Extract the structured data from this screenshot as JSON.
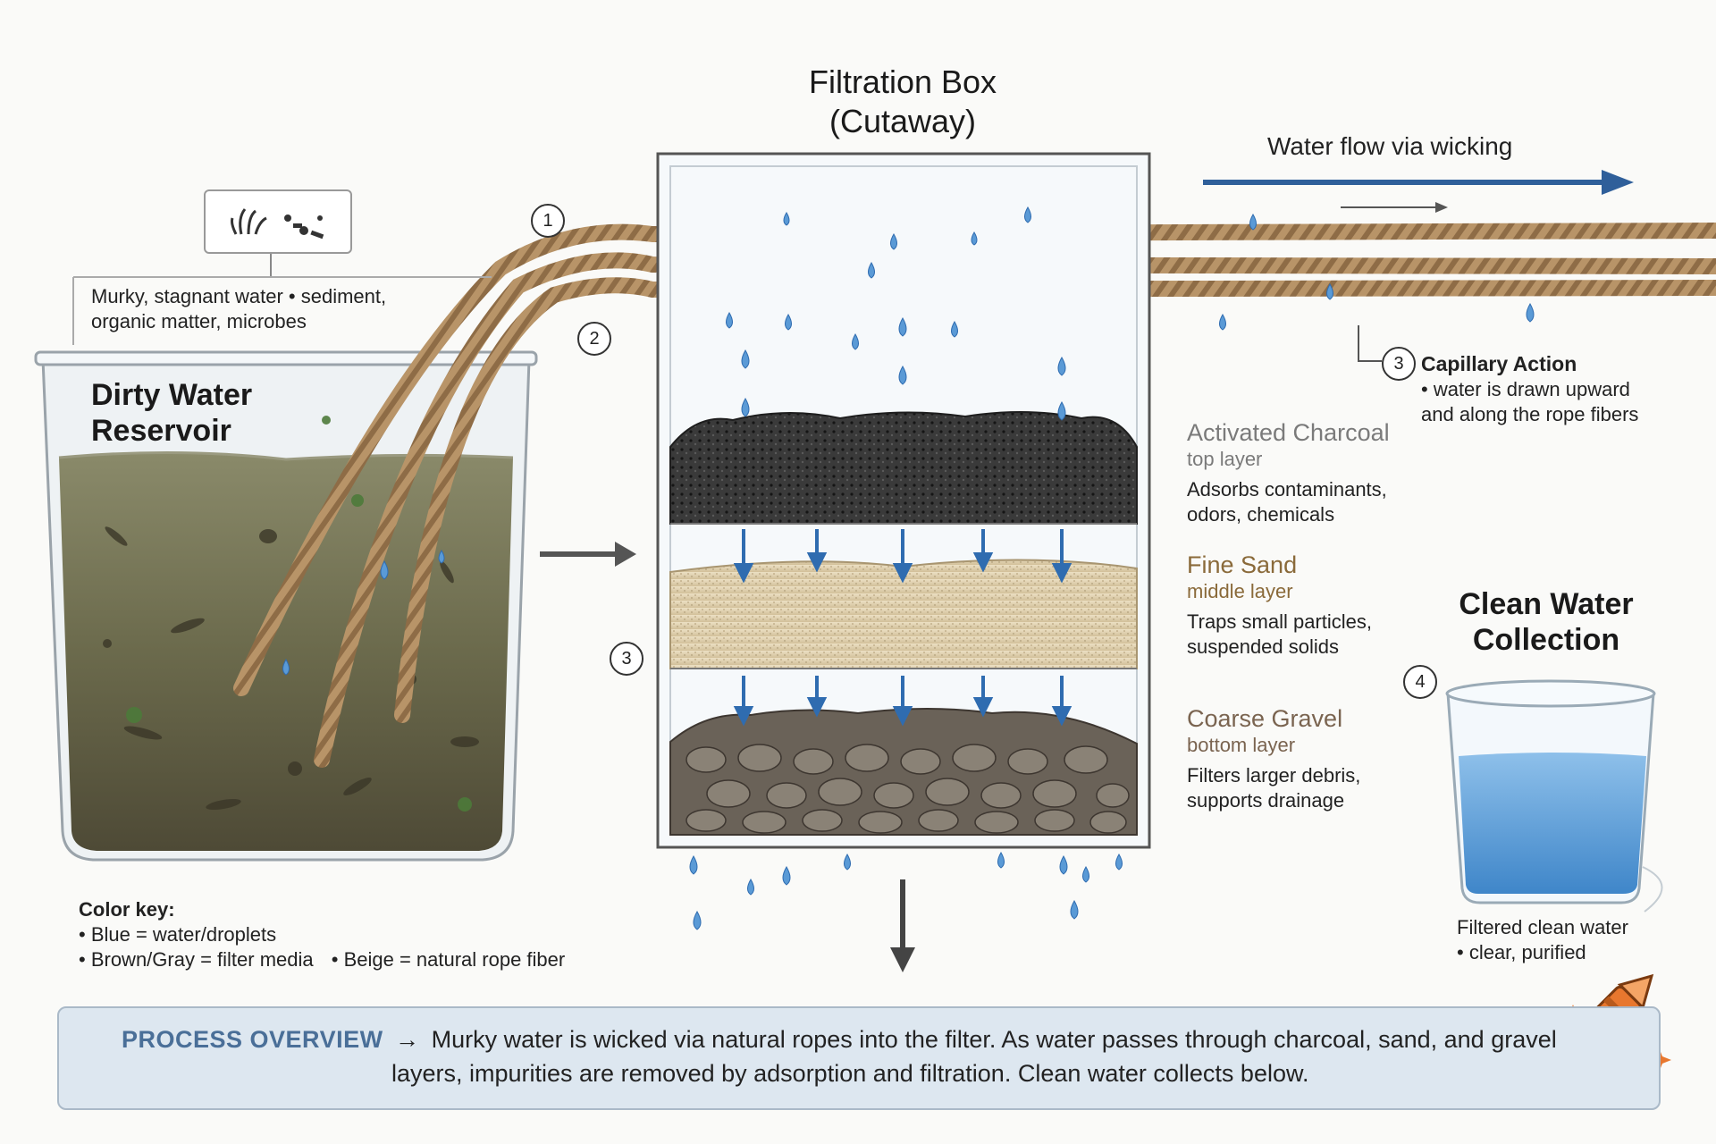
{
  "filtration_box": {
    "title_line1": "Filtration Box",
    "title_line2": "(Cutaway)"
  },
  "flow": {
    "label": "Water flow via wicking"
  },
  "reservoir": {
    "title_line1": "Dirty Water",
    "title_line2": "Reservoir",
    "callout_line1": "Murky, stagnant water • sediment,",
    "callout_line2": "organic matter, microbes"
  },
  "steps": {
    "s1": "1",
    "s2": "2",
    "s3a": "3",
    "s3b": "3",
    "s4": "4"
  },
  "capillary": {
    "title": "Capillary Action",
    "line1": "• water is drawn upward",
    "line2": "and along the rope fibers"
  },
  "layers": [
    {
      "name": "Activated Charcoal",
      "position": "top layer",
      "desc1": "Adsorbs contaminants,",
      "desc2": "odors, chemicals",
      "color": "#7a7a7a"
    },
    {
      "name": "Fine Sand",
      "position": "middle layer",
      "desc1": "Traps small particles,",
      "desc2": "suspended solids",
      "color": "#8a6a3a"
    },
    {
      "name": "Coarse Gravel",
      "position": "bottom layer",
      "desc1": "Filters larger debris,",
      "desc2": "supports drainage",
      "color": "#7a6450"
    }
  ],
  "collection": {
    "title_line1": "Clean Water",
    "title_line2": "Collection",
    "caption1": "Filtered clean water",
    "caption2": "• clear, purified"
  },
  "color_key": {
    "title": "Color key:",
    "line1": "• Blue = water/droplets",
    "line2a": "• Brown/Gray = filter media",
    "line2b": "• Beige = natural rope fiber"
  },
  "overview": {
    "title": "PROCESS OVERVIEW",
    "arrow": "→",
    "line1": "Murky water is wicked via natural ropes into the filter. As water passes through charcoal, sand, and gravel",
    "line2": "layers, impurities are removed by adsorption and filtration. Clean water collects below."
  },
  "colors": {
    "water": "#4a8fd0",
    "flow_arrow": "#2f5f9a",
    "rope": "#b89468",
    "charcoal": "#2c2c2c",
    "sand": "#e2d3b3",
    "gravel": "#6a6258",
    "murky": "#6b6a4c",
    "overview_bg": "#dde7f0",
    "brand": "#e8772e"
  },
  "icons": {
    "crayon": "crayon-logo-icon",
    "debris": "debris-icon"
  }
}
